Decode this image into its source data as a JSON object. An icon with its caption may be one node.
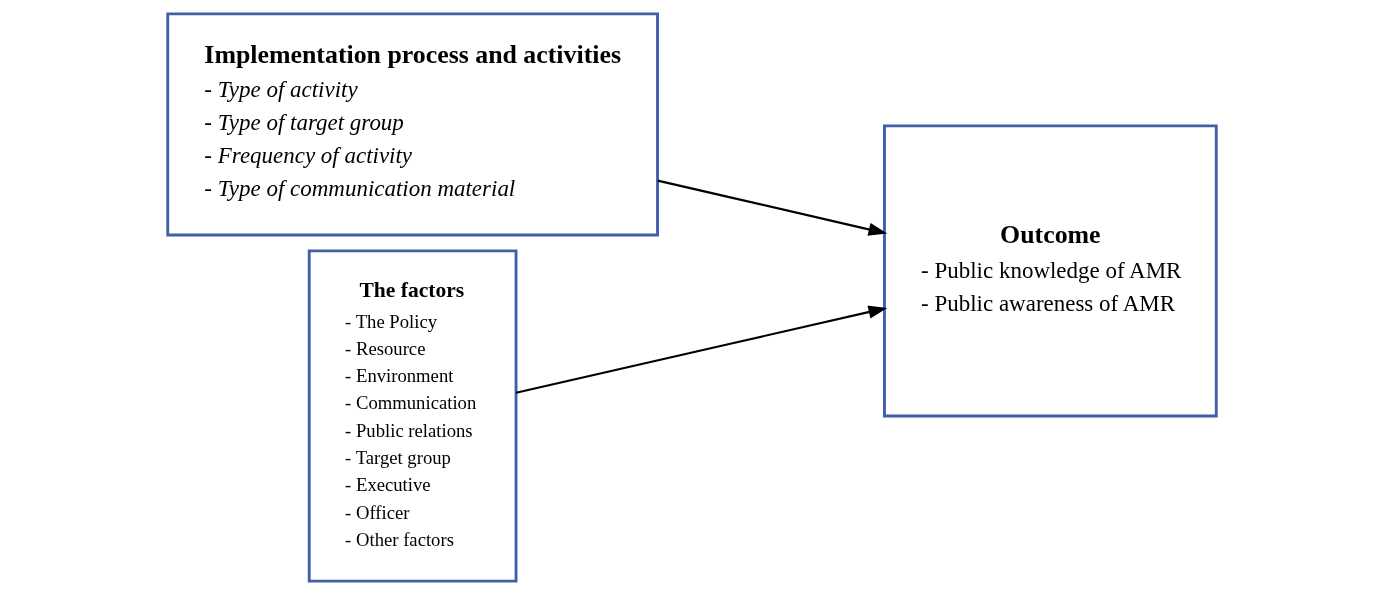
{
  "diagram": {
    "nodes": [
      {
        "text": [
          "Implementation process and activities",
          "- Type of activity",
          "- Type of target group",
          "- Frequency of activity",
          "- Type of communication material"
        ]
      },
      {
        "text": [
          "The factors",
          "- The Policy",
          "- Resource",
          "- Environment",
          "- Communication",
          "- Public relations",
          "- Target group",
          "- Executive",
          "- Officer",
          "- Other factors"
        ]
      },
      {
        "text": [
          "Outcome",
          "- Public knowledge of AMR",
          "- Public awareness of AMR"
        ]
      }
    ],
    "edges": [
      {
        "from": 0,
        "to": 2,
        "arrow": "to"
      },
      {
        "from": 1,
        "to": 2,
        "arrow": "to"
      }
    ]
  }
}
